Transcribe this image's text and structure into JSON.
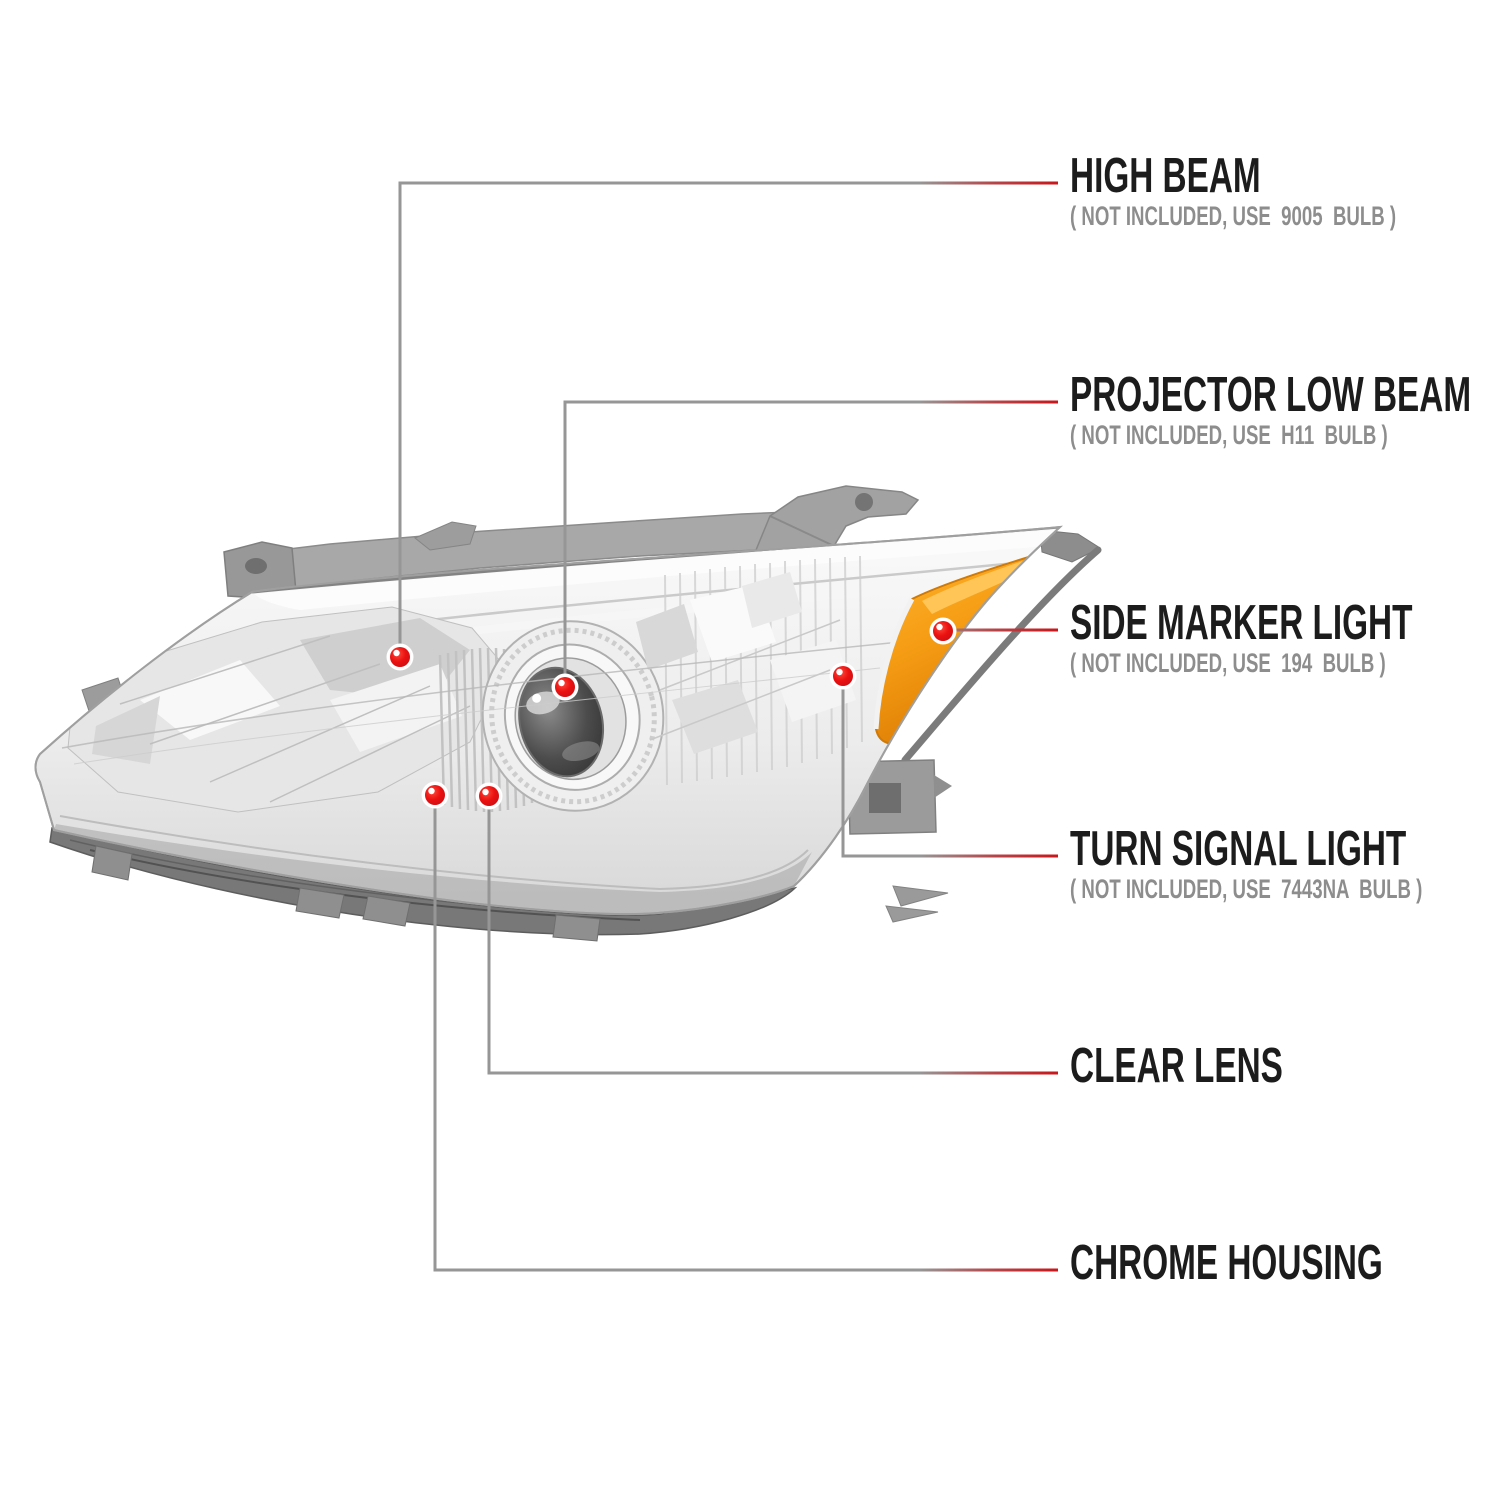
{
  "callouts": [
    {
      "id": "high-beam",
      "title": "HIGH BEAM",
      "subtitle": "( NOT INCLUDED, USE  9005  BULB )"
    },
    {
      "id": "projector-low-beam",
      "title": "PROJECTOR LOW BEAM",
      "subtitle": "( NOT INCLUDED, USE  H11  BULB )"
    },
    {
      "id": "side-marker-light",
      "title": "SIDE MARKER LIGHT",
      "subtitle": "( NOT INCLUDED, USE  194  BULB )"
    },
    {
      "id": "turn-signal-light",
      "title": "TURN SIGNAL LIGHT",
      "subtitle": "( NOT INCLUDED, USE  7443NA  BULB )"
    },
    {
      "id": "clear-lens",
      "title": "CLEAR LENS",
      "subtitle": ""
    },
    {
      "id": "chrome-housing",
      "title": "CHROME HOUSING",
      "subtitle": ""
    }
  ],
  "colors": {
    "background": "#ffffff",
    "leader_gray": "#969696",
    "leader_red": "#c8171c",
    "dot_red": "#e81212",
    "title_text": "#1c1c1c",
    "subtitle_text": "#8d8d8d",
    "amber_marker": "#f59c14",
    "chrome_light": "#f4f4f4",
    "housing_gray": "#a2a2a2"
  },
  "illustration": {
    "subject": "Driver-side projector headlight, chrome housing with clear lens and amber side marker, three-quarter view"
  }
}
